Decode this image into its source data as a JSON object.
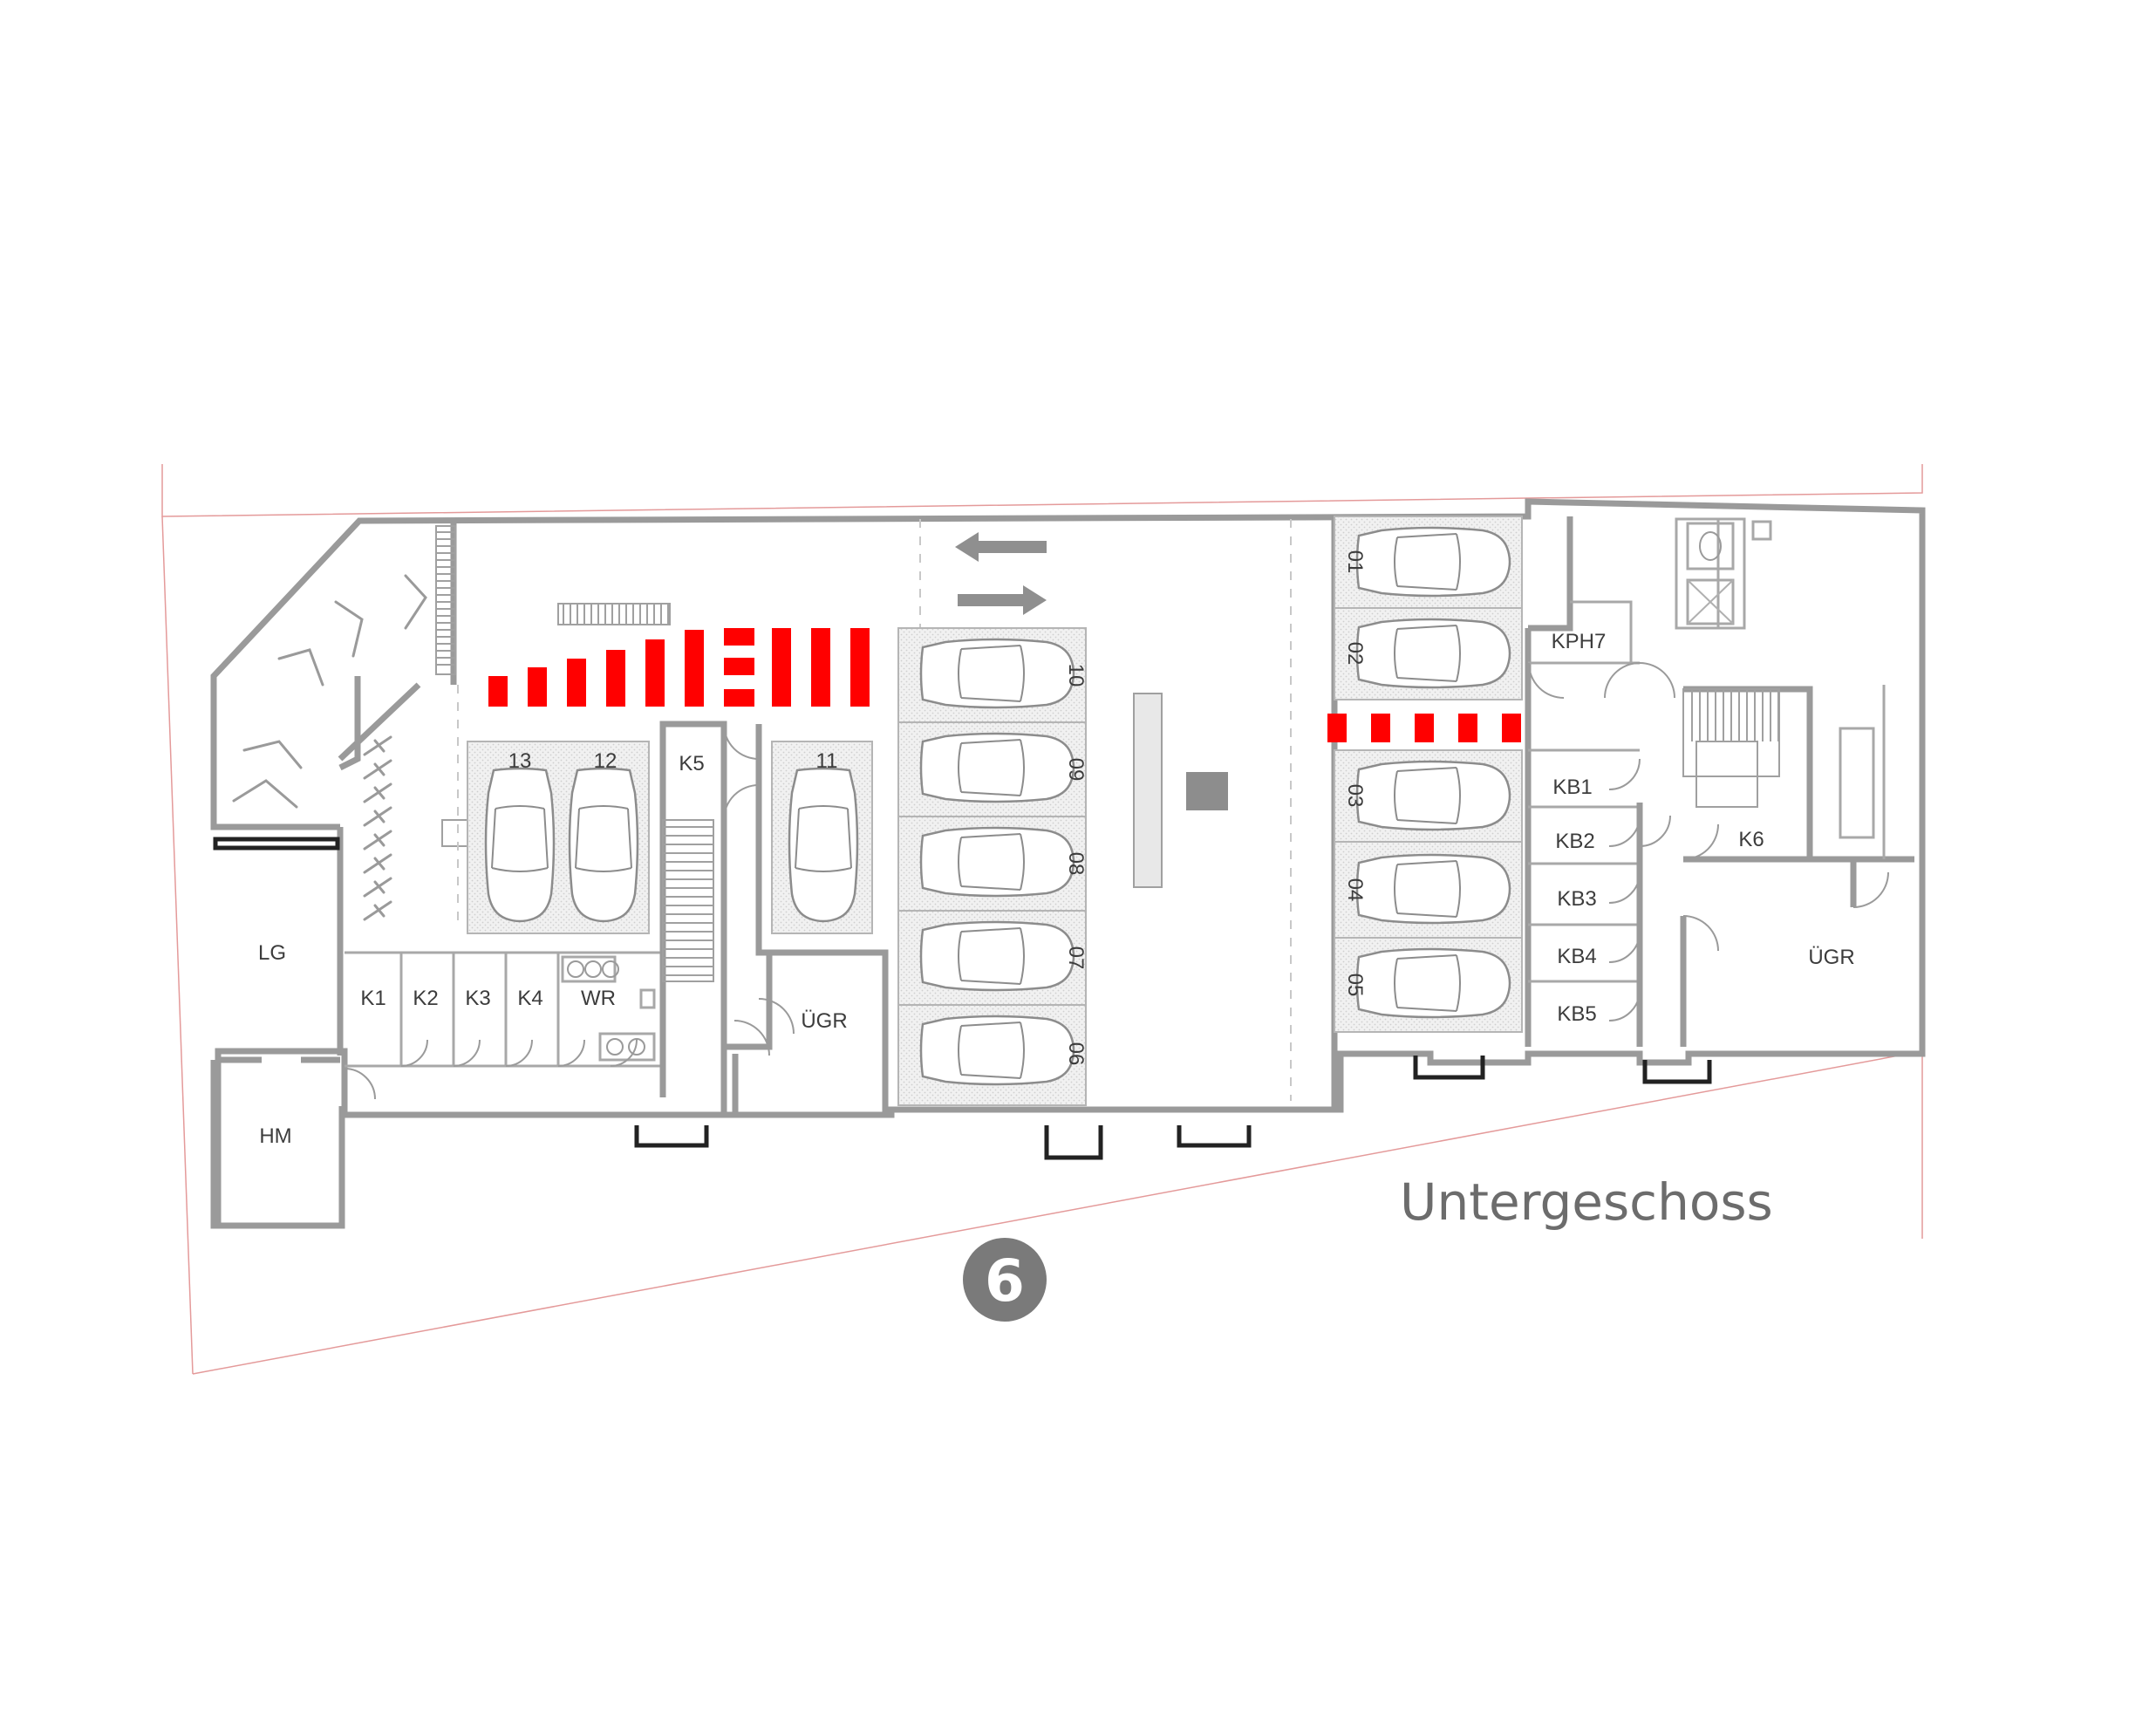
{
  "plan": {
    "title": "Untergeschoss",
    "badge": "6",
    "colors": {
      "marker": "#ff0000",
      "wall": "#9a9a9a",
      "site_boundary": "#e49a9a",
      "badge": "#7a7a7a"
    },
    "icons": [
      "car-icon",
      "bicycle-icon",
      "direction-arrow-icon",
      "stair-icon",
      "door-swing-icon",
      "shower-icon",
      "toilet-icon"
    ],
    "rooms": {
      "lg": "LG",
      "hm": "HM",
      "k1": "K1",
      "k2": "K2",
      "k3": "K3",
      "k4": "K4",
      "wr": "WR",
      "k5": "K5",
      "ugr_left": "ÜGR",
      "kph7": "KPH7",
      "kb1": "KB1",
      "kb2": "KB2",
      "kb3": "KB3",
      "kb4": "KB4",
      "kb5": "KB5",
      "k6": "K6",
      "ugr_right": "ÜGR"
    },
    "parking": {
      "p13": "13",
      "p12": "12",
      "p11": "11",
      "p10": "10",
      "p09": "09",
      "p08": "08",
      "p07": "07",
      "p06": "06",
      "p01": "01",
      "p02": "02",
      "p03": "03",
      "p04": "04",
      "p05": "05"
    }
  }
}
